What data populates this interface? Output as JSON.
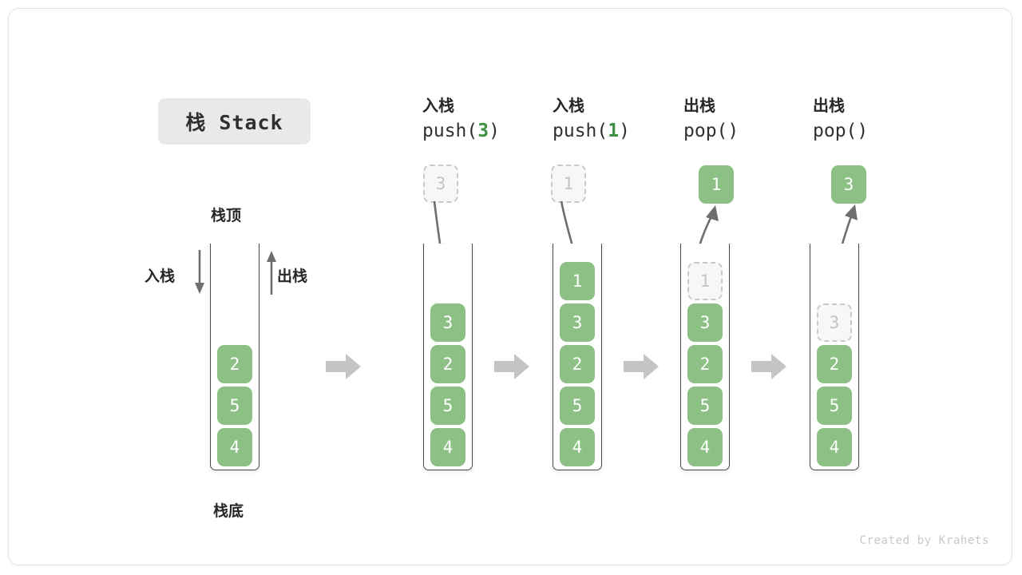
{
  "title": {
    "badge": "栈 Stack"
  },
  "labels": {
    "stack_top": "栈顶",
    "stack_bottom": "栈底",
    "push_side": "入栈",
    "pop_side": "出栈"
  },
  "footer": "Created by Krahets",
  "colors": {
    "element_green": "#8cc085",
    "code_arg_green": "#3f9142",
    "ghost_fill": "#f7f7f7",
    "ghost_border": "#c9c9c9",
    "ghost_text": "#c3c3c3",
    "vessel_stroke": "#4a4a4a",
    "arrow_gray": "#6e6e6e",
    "step_arrow_gray": "#c4c4c4",
    "badge_bg": "#e9e9e9",
    "text_dark": "#272727",
    "footer_gray": "#c8c8c8"
  },
  "columns": [
    {
      "id": "initial",
      "header_cn": "",
      "header_code": "",
      "header_arg": "",
      "stack": [
        "4",
        "5",
        "2"
      ],
      "ghost_in_stack": null,
      "float_cell": null,
      "float_cell_style": null,
      "motion": "none"
    },
    {
      "id": "push-3",
      "header_cn": "入栈",
      "header_code_prefix": "push(",
      "header_arg": "3",
      "header_code_suffix": ")",
      "stack": [
        "4",
        "5",
        "2",
        "3"
      ],
      "ghost_in_stack": null,
      "float_cell": "3",
      "float_cell_style": "ghost",
      "motion": "down"
    },
    {
      "id": "push-1",
      "header_cn": "入栈",
      "header_code_prefix": "push(",
      "header_arg": "1",
      "header_code_suffix": ")",
      "stack": [
        "4",
        "5",
        "2",
        "3",
        "1"
      ],
      "ghost_in_stack": null,
      "float_cell": "1",
      "float_cell_style": "ghost",
      "motion": "down"
    },
    {
      "id": "pop-1",
      "header_cn": "出栈",
      "header_code_prefix": "pop(",
      "header_arg": "",
      "header_code_suffix": ")",
      "stack": [
        "4",
        "5",
        "2",
        "3"
      ],
      "ghost_in_stack": "1",
      "float_cell": "1",
      "float_cell_style": "solid",
      "motion": "up"
    },
    {
      "id": "pop-3",
      "header_cn": "出栈",
      "header_code_prefix": "pop(",
      "header_arg": "",
      "header_code_suffix": ")",
      "stack": [
        "4",
        "5",
        "2"
      ],
      "ghost_in_stack": "3",
      "float_cell": "3",
      "float_cell_style": "solid",
      "motion": "up"
    }
  ],
  "step_arrows": 4
}
